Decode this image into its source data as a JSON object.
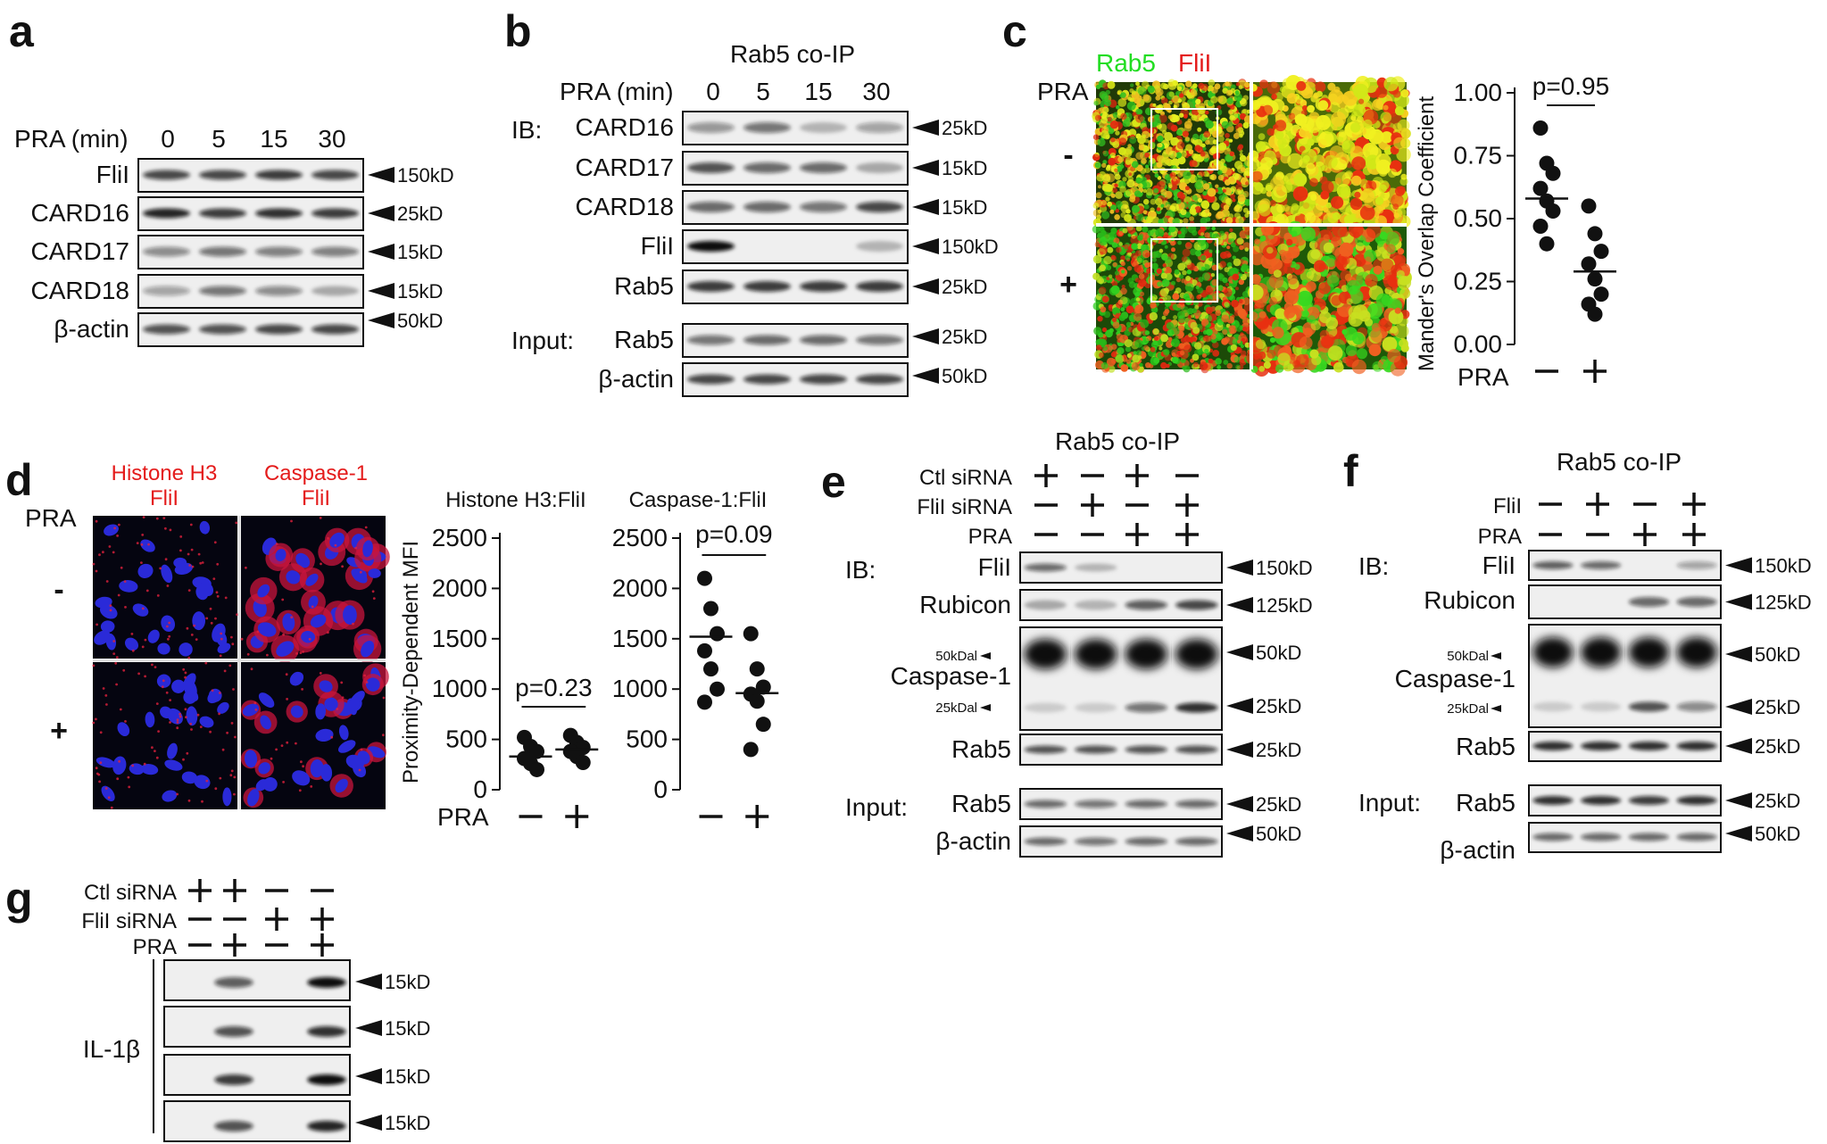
{
  "panels": {
    "a": {
      "letter": "a",
      "time_label": "PRA (min)",
      "times": [
        "0",
        "5",
        "15",
        "30"
      ],
      "rows": [
        {
          "label": "FliI",
          "kd": "150kD"
        },
        {
          "label": "CARD16",
          "kd": "25kD"
        },
        {
          "label": "CARD17",
          "kd": "15kD"
        },
        {
          "label": "CARD18",
          "kd": "15kD"
        },
        {
          "label": "β-actin",
          "kd": "50kD"
        }
      ]
    },
    "b": {
      "letter": "b",
      "title": "Rab5 co-IP",
      "time_label": "PRA (min)",
      "times": [
        "0",
        "5",
        "15",
        "30"
      ],
      "ib_label": "IB:",
      "input_label": "Input:",
      "rows": [
        {
          "label": "CARD16",
          "kd": "25kD"
        },
        {
          "label": "CARD17",
          "kd": "15kD"
        },
        {
          "label": "CARD18",
          "kd": "15kD"
        },
        {
          "label": "FliI",
          "kd": "150kD"
        },
        {
          "label": "Rab5",
          "kd": "25kD"
        }
      ],
      "input_rows": [
        {
          "label": "Rab5",
          "kd": "25kD"
        },
        {
          "label": "β-actin",
          "kd": "50kD"
        }
      ]
    },
    "c": {
      "letter": "c",
      "stain_green": "Rab5",
      "stain_red": "FliI",
      "pra_label": "PRA",
      "minus": "-",
      "plus": "+",
      "chart_ylabel": "Mander's Overlap Coefficient",
      "pvalue": "p=0.95",
      "xlabel_prefix": "PRA"
    },
    "d": {
      "letter": "d",
      "col1_line1": "Histone H3",
      "col1_line2": "FliI",
      "col2_line1": "Caspase-1",
      "col2_line2": "FliI",
      "pra_label": "PRA",
      "minus": "-",
      "plus": "+",
      "shared_ylabel": "Proximity-Dependent MFI",
      "xlabel_prefix": "PRA",
      "chart1_title": "Histone H3:FliI",
      "chart2_title": "Caspase-1:FliI",
      "chart1_pvalue": "p=0.23",
      "chart2_pvalue": "p=0.09"
    },
    "e": {
      "letter": "e",
      "title": "Rab5 co-IP",
      "conditions": [
        {
          "label": "Ctl siRNA",
          "values": [
            "+",
            "-",
            "+",
            "-"
          ]
        },
        {
          "label": "FliI siRNA",
          "values": [
            "-",
            "+",
            "-",
            "+"
          ]
        },
        {
          "label": "PRA",
          "values": [
            "-",
            "-",
            "+",
            "+"
          ]
        }
      ],
      "ib_label": "IB:",
      "input_label": "Input:",
      "rows": [
        {
          "label": "FliI",
          "kd": "150kD"
        },
        {
          "label": "Rubicon",
          "kd": "125kD"
        }
      ],
      "casp_label": "Caspase-1",
      "casp_marker_top": "50kDal",
      "casp_marker_bottom": "25kDal",
      "casp_kd_top": "50kD",
      "casp_kd_bottom": "25kD",
      "rab5_row": {
        "label": "Rab5",
        "kd": "25kD"
      },
      "input_rows": [
        {
          "label": "Rab5",
          "kd": "25kD"
        },
        {
          "label": "β-actin",
          "kd": "50kD"
        }
      ]
    },
    "f": {
      "letter": "f",
      "title": "Rab5 co-IP",
      "conditions": [
        {
          "label": "FliI",
          "values": [
            "-",
            "+",
            "-",
            "+"
          ]
        },
        {
          "label": "PRA",
          "values": [
            "-",
            "-",
            "+",
            "+"
          ]
        }
      ],
      "ib_label": "IB:",
      "input_label": "Input:",
      "rows": [
        {
          "label": "FliI",
          "kd": "150kD"
        },
        {
          "label": "Rubicon",
          "kd": "125kD"
        }
      ],
      "casp_label": "Caspase-1",
      "casp_marker_top": "50kDal",
      "casp_marker_bottom": "25kDal",
      "casp_kd_top": "50kD",
      "casp_kd_bottom": "25kD",
      "rab5_row": {
        "label": "Rab5",
        "kd": "25kD"
      },
      "input_rows": [
        {
          "label": "Rab5",
          "kd": "25kD"
        },
        {
          "label": "β-actin",
          "kd": "50kD"
        }
      ]
    },
    "g": {
      "letter": "g",
      "conditions": [
        {
          "label": "Ctl siRNA",
          "values": [
            "+",
            "+",
            "-",
            "-"
          ]
        },
        {
          "label": "FliI siRNA",
          "values": [
            "-",
            "-",
            "+",
            "+"
          ]
        },
        {
          "label": "PRA",
          "values": [
            "-",
            "+",
            "-",
            "+"
          ]
        }
      ],
      "target_label": "IL-1β",
      "kds": [
        "15kD",
        "15kD",
        "15kD",
        "15kD"
      ]
    }
  },
  "chart_data": [
    {
      "type": "scatter",
      "panel": "c",
      "ylabel": "Mander's Overlap Coefficient",
      "categories": [
        "-",
        "+"
      ],
      "ylim": [
        0,
        1
      ],
      "yticks": [
        "0.00",
        "0.25",
        "0.50",
        "0.75",
        "1.00"
      ],
      "series": [
        {
          "values": [
            0.86,
            0.72,
            0.68,
            0.62,
            0.57,
            0.53,
            0.47,
            0.4
          ]
        },
        {
          "values": [
            0.55,
            0.44,
            0.37,
            0.32,
            0.26,
            0.2,
            0.16,
            0.12
          ]
        }
      ],
      "means": [
        0.58,
        0.29
      ],
      "annotation": "p=0.95"
    },
    {
      "type": "scatter",
      "panel": "d1",
      "title": "Histone H3:FliI",
      "ylabel": "Proximity-Dependent MFI",
      "categories": [
        "-",
        "+"
      ],
      "ylim": [
        0,
        2500
      ],
      "yticks": [
        "0",
        "500",
        "1000",
        "1500",
        "2000",
        "2500"
      ],
      "series": [
        {
          "values": [
            520,
            430,
            380,
            310,
            260,
            200
          ]
        },
        {
          "values": [
            540,
            470,
            420,
            380,
            330,
            270
          ]
        }
      ],
      "means": [
        330,
        400
      ],
      "annotation": "p=0.23"
    },
    {
      "type": "scatter",
      "panel": "d2",
      "title": "Caspase-1:FliI",
      "categories": [
        "-",
        "+"
      ],
      "ylim": [
        0,
        2500
      ],
      "yticks": [
        "0",
        "500",
        "1000",
        "1500",
        "2000",
        "2500"
      ],
      "series": [
        {
          "values": [
            2100,
            1800,
            1550,
            1380,
            1200,
            1000,
            870
          ]
        },
        {
          "values": [
            1550,
            1200,
            1020,
            950,
            880,
            650,
            400
          ]
        }
      ],
      "means": [
        1520,
        960
      ],
      "annotation": "p=0.09"
    }
  ]
}
